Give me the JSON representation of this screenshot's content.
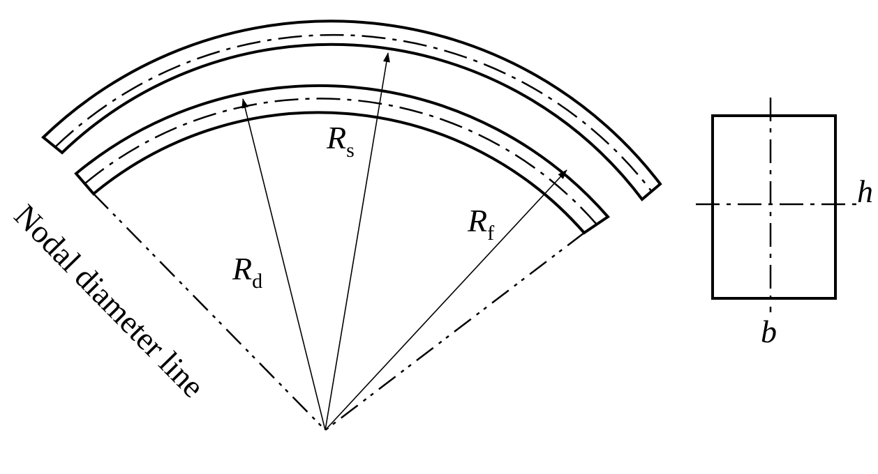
{
  "labels": {
    "r_s": {
      "main": "R",
      "sub": "s"
    },
    "r_d": {
      "main": "R",
      "sub": "d"
    },
    "r_f": {
      "main": "R",
      "sub": "f"
    },
    "nodal_line": "Nodal diameter line",
    "height": "h",
    "width": "b"
  },
  "colors": {
    "line": "#000000",
    "background": "#ffffff"
  }
}
